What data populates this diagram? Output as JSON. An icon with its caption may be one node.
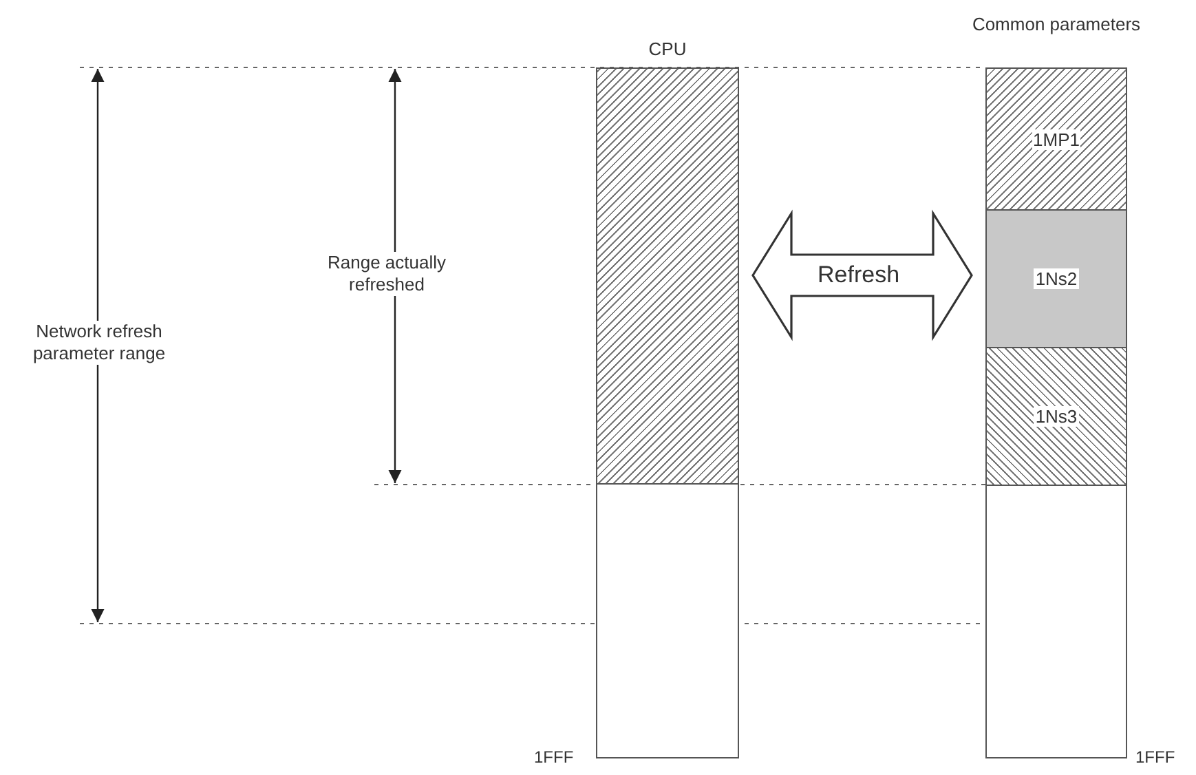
{
  "diagram": {
    "nodes": [
      {
        "text": [
          "CPU"
        ],
        "beside": [
          "1FFF"
        ]
      },
      {
        "text": [],
        "shape": "box",
        "in": 0
      },
      {
        "text": [
          "Common parameters"
        ],
        "beside": [
          "1FFF"
        ]
      },
      {
        "text": [
          "1MP1"
        ],
        "in": 2
      },
      {
        "text": [
          "1Ns2"
        ],
        "in": 2
      },
      {
        "text": [
          "1Ns3"
        ],
        "in": 2
      }
    ],
    "edges": [
      {
        "from": 0,
        "to": 2,
        "arrow": "both",
        "label": "Refresh",
        "style": "thick"
      }
    ],
    "labels": [
      "Range actually refreshed",
      "Network refresh parameter range"
    ]
  }
}
